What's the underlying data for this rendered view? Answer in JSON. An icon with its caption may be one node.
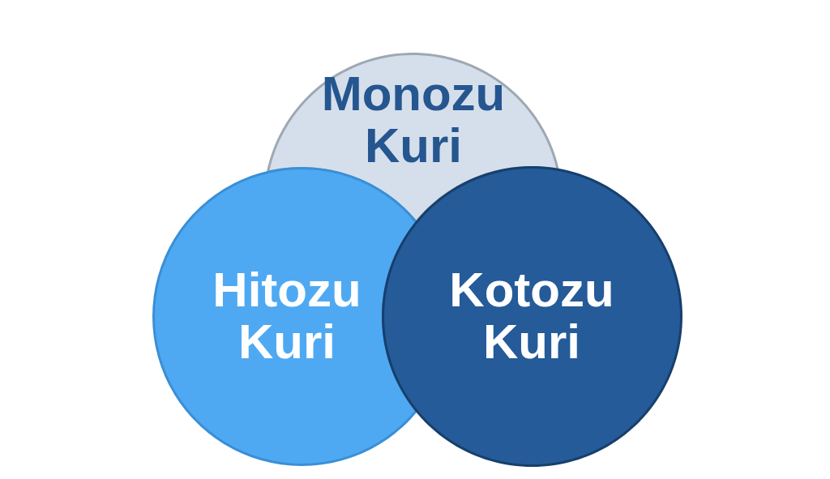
{
  "diagram": {
    "nodes": [
      {
        "text": [
          "Monozu Kuri"
        ]
      },
      {
        "text": [
          "Hitozu Kuri"
        ]
      },
      {
        "text": [
          "Kotozu Kuri"
        ]
      }
    ]
  }
}
